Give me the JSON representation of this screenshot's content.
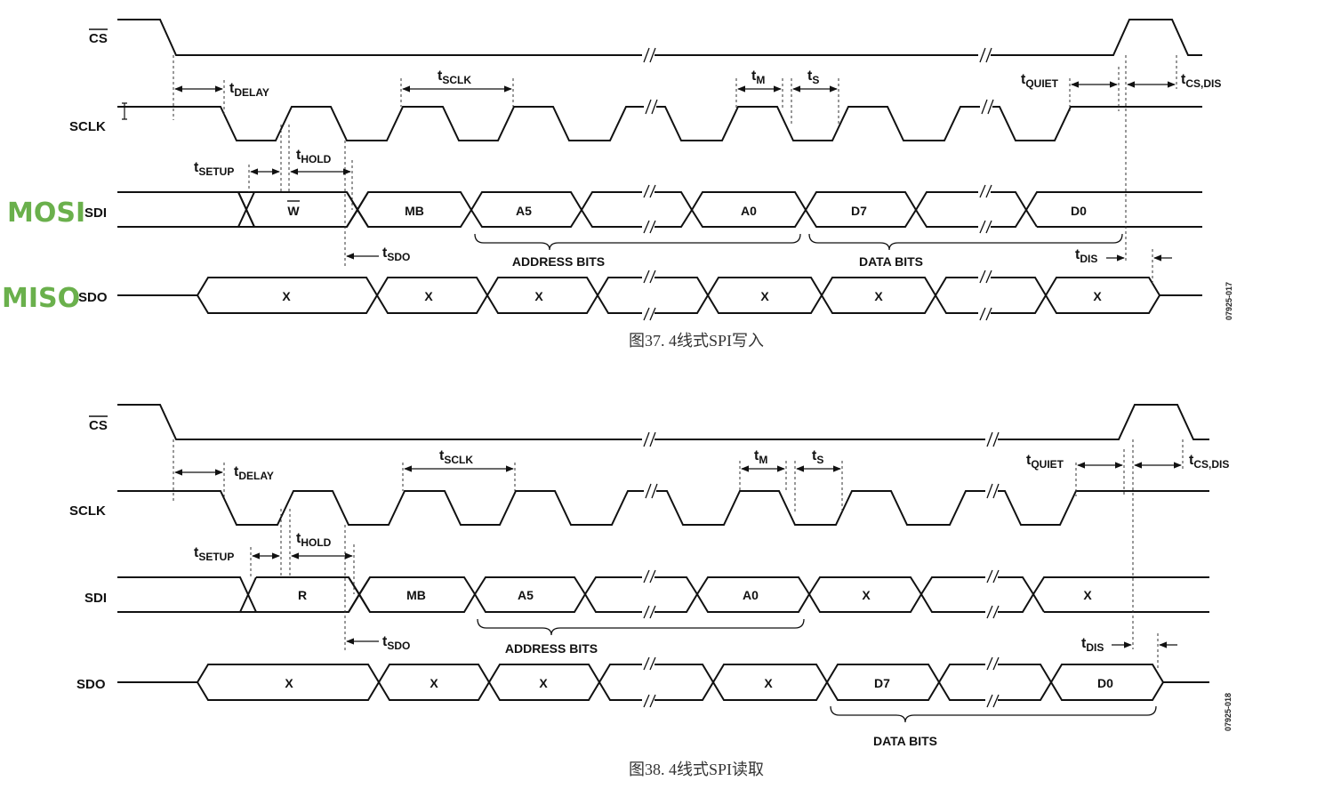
{
  "labels": {
    "cs": "CS",
    "sclk": "SCLK",
    "sdi": "SDI",
    "sdo": "SDO",
    "mosi": "MOSI",
    "miso": "MISO"
  },
  "timing": [
    {
      "t": "t",
      "sub": "DELAY"
    },
    {
      "t": "t",
      "sub": "SCLK"
    },
    {
      "t": "t",
      "sub": "M"
    },
    {
      "t": "t",
      "sub": "S"
    },
    {
      "t": "t",
      "sub": "QUIET"
    },
    {
      "t": "t",
      "sub": "CS,DIS"
    },
    {
      "t": "t",
      "sub": "SETUP"
    },
    {
      "t": "t",
      "sub": "HOLD"
    },
    {
      "t": "t",
      "sub": "SDO"
    },
    {
      "t": "t",
      "sub": "DIS"
    }
  ],
  "diagram1": {
    "sdi_cells": [
      "W",
      "MB",
      "A5",
      "",
      "A0",
      "D7",
      "",
      "D0"
    ],
    "sdo_cells": [
      "X",
      "X",
      "X",
      "",
      "X",
      "X",
      "",
      "X"
    ],
    "address_bits": "ADDRESS BITS",
    "data_bits": "DATA BITS",
    "code": "07925-017",
    "caption": "图37. 4线式SPI写入"
  },
  "diagram2": {
    "sdi_cells": [
      "R",
      "MB",
      "A5",
      "",
      "A0",
      "X",
      "",
      "X"
    ],
    "sdo_cells": [
      "X",
      "X",
      "X",
      "",
      "X",
      "D7",
      "",
      "D0"
    ],
    "address_bits": "ADDRESS BITS",
    "data_bits": "DATA BITS",
    "code": "07925-018",
    "caption": "图38. 4线式SPI读取"
  }
}
